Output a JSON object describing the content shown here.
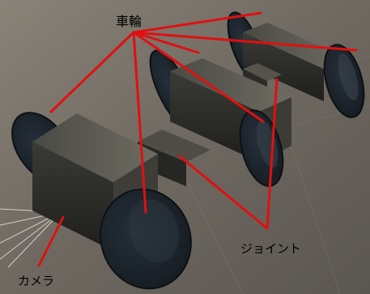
{
  "labels": {
    "wheels": "車輪",
    "joint": "ジョイント",
    "camera": "カメラ"
  },
  "colors": {
    "background": "#6e6861",
    "annotation_line": "#e01010",
    "wheel": "#1b2228",
    "body_light": "#5a5850",
    "body_dark": "#2a2a26"
  }
}
